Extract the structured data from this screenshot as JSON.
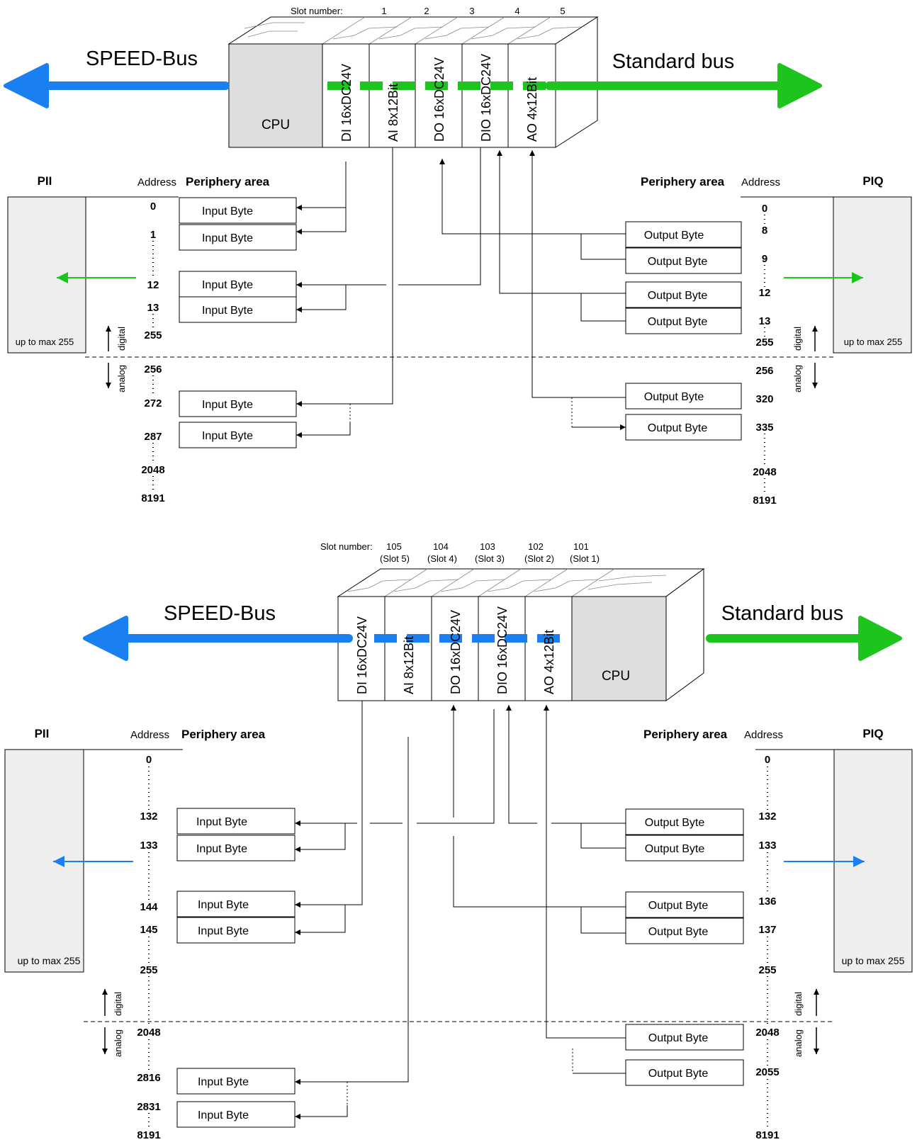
{
  "diagram1": {
    "slot_number_label": "Slot number:",
    "slots": [
      "1",
      "2",
      "3",
      "4",
      "5"
    ],
    "speed_bus": "SPEED-Bus",
    "standard_bus": "Standard bus",
    "cpu": "CPU",
    "modules": [
      "DI 16xDC24V",
      "AI 8x12Bit",
      "DO 16xDC24V",
      "DIO 16xDC24V",
      "AO 4x12Bit"
    ],
    "pii": "PII",
    "piq": "PIQ",
    "address_header": "Address",
    "periphery_area": "Periphery area",
    "up_to": "up to max 255",
    "digital": "digital",
    "analog": "analog",
    "input_addresses": [
      "0",
      "1",
      "12",
      "13",
      "255",
      "256",
      "272",
      "287",
      "2048",
      "8191"
    ],
    "output_addresses": [
      "0",
      "8",
      "9",
      "12",
      "13",
      "255",
      "256",
      "320",
      "335",
      "2048",
      "8191"
    ],
    "input_byte": "Input Byte",
    "output_byte": "Output Byte"
  },
  "diagram2": {
    "slot_number_label": "Slot number:",
    "slots": [
      "105",
      "104",
      "103",
      "102",
      "101"
    ],
    "slot_subs": [
      "(Slot 5)",
      "(Slot 4)",
      "(Slot 3)",
      "(Slot 2)",
      "(Slot 1)"
    ],
    "speed_bus": "SPEED-Bus",
    "standard_bus": "Standard bus",
    "cpu": "CPU",
    "modules": [
      "DI 16xDC24V",
      "AI 8x12Bit",
      "DO 16xDC24V",
      "DIO 16xDC24V",
      "AO 4x12Bit"
    ],
    "pii": "PII",
    "piq": "PIQ",
    "address_header": "Address",
    "periphery_area": "Periphery area",
    "up_to": "up to max 255",
    "digital": "digital",
    "analog": "analog",
    "input_addresses": [
      "0",
      "132",
      "133",
      "144",
      "145",
      "255",
      "2048",
      "2816",
      "2831",
      "8191"
    ],
    "output_addresses": [
      "0",
      "132",
      "133",
      "136",
      "137",
      "255",
      "2048",
      "2055",
      "8191"
    ],
    "input_byte": "Input Byte",
    "output_byte": "Output Byte"
  },
  "colors": {
    "speed_bus_blue": "#1a7ff0",
    "standard_bus_green": "#1ec41e",
    "cpu_gray": "#dedede",
    "image_gray": "#eeeeee"
  }
}
